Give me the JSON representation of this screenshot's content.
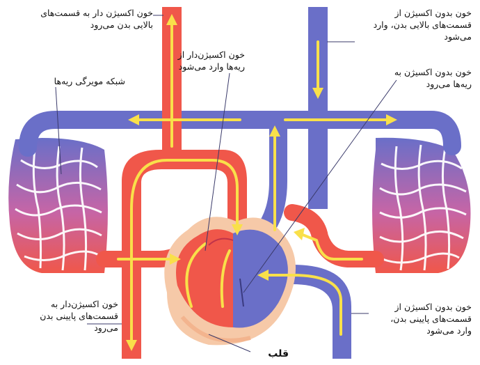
{
  "labels": {
    "oxygenated_to_upper_body": [
      "خون اکسیژن دار به قسمت‌های",
      "بالایی بدن می‌رود"
    ],
    "deoxygenated_from_upper_body": [
      "خون بدون اکسیژن از",
      "قسمت‌های بالایی بدن، وارد",
      "می‌شود"
    ],
    "oxygenated_from_lungs": [
      "خون اکسیژن‌دار از",
      "ریه‌ها وارد می‌شود"
    ],
    "deoxygenated_to_lungs": [
      "خون بدون اکسیژن به",
      "ریه‌ها می‌رود"
    ],
    "lung_capillary_network": [
      "شبکه مویرگی ریه‌ها"
    ],
    "oxygenated_to_lower_body": [
      "خون اکسیژن‌دار به",
      "قسمت‌های پایینی بدن",
      "می‌رود"
    ],
    "deoxygenated_from_lower_body": [
      "خون بدون اکسیژن از",
      "قسمت‌های پایینی بدن،",
      "وارد می‌شود"
    ],
    "heart": [
      "قلب"
    ]
  },
  "colors": {
    "oxygenated": "#f0574a",
    "deoxygenated": "#6a6fc8",
    "flow_arrow": "#f9e04a",
    "heart_tissue": "#f6c9a8",
    "leader_line": "#3a3a6a"
  }
}
